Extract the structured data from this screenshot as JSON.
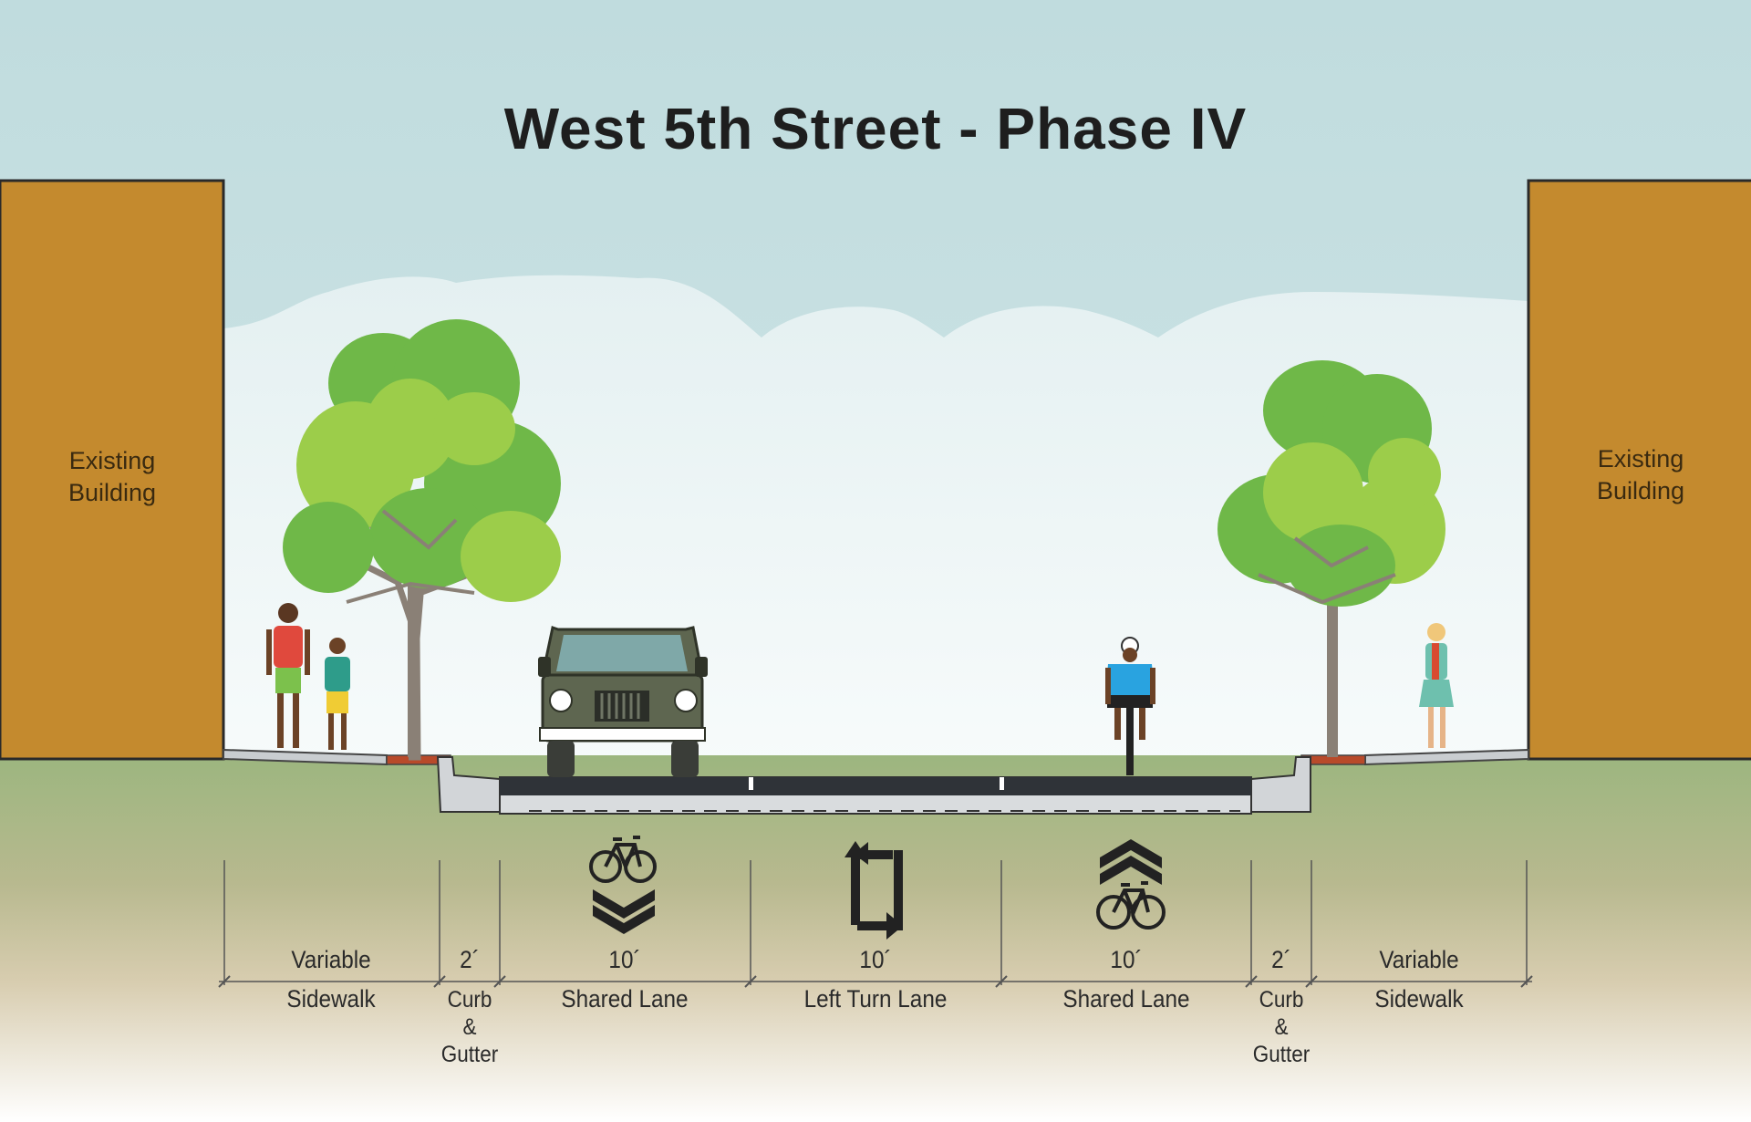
{
  "title": "West 5th Street - Phase IV",
  "buildings": {
    "left": {
      "line1": "Existing",
      "line2": "Building"
    },
    "right": {
      "line1": "Existing",
      "line2": "Building"
    }
  },
  "segments": [
    {
      "dimension": "Variable",
      "label": "Sidewalk"
    },
    {
      "dimension": "2´",
      "label_lines": [
        "Curb",
        "&",
        "Gutter"
      ]
    },
    {
      "dimension": "10´",
      "label": "Shared Lane",
      "icon": "bicycle-down-chevron-icon"
    },
    {
      "dimension": "10´",
      "label": "Left Turn Lane",
      "icon": "two-way-left-turn-icon"
    },
    {
      "dimension": "10´",
      "label": "Shared Lane",
      "icon": "bicycle-up-chevron-icon"
    },
    {
      "dimension": "2´",
      "label_lines": [
        "Curb",
        "&",
        "Gutter"
      ]
    },
    {
      "dimension": "Variable",
      "label": "Sidewalk"
    }
  ],
  "colors": {
    "sky": "#c2dde0",
    "building": "#c48a2e",
    "ground": "#9db47f",
    "asphalt": "#2f3338",
    "curb_red": "#b84a2a",
    "tree_dark": "#6fb848",
    "tree_light": "#9ccd4a",
    "trunk": "#8c8074"
  }
}
